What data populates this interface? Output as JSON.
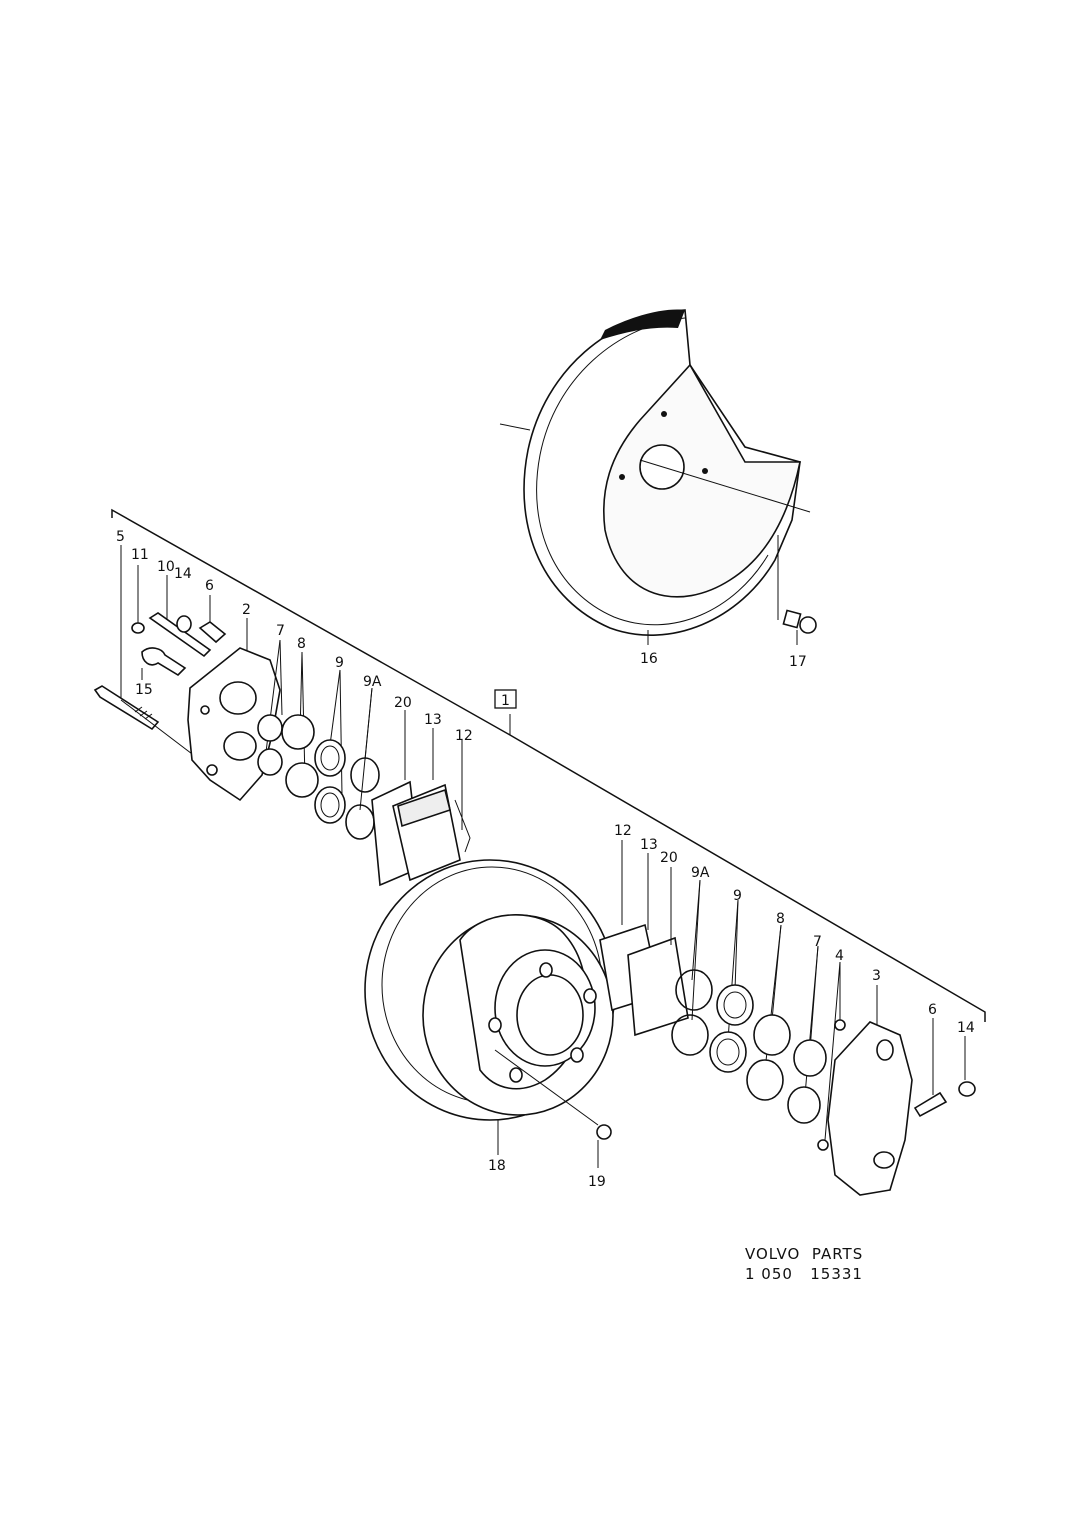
{
  "diagram": {
    "callouts": {
      "c1": "1",
      "c2": "2",
      "c3": "3",
      "c4": "4",
      "c5": "5",
      "c6a": "6",
      "c6b": "6",
      "c7a": "7",
      "c7b": "7",
      "c8a": "8",
      "c8b": "8",
      "c9a": "9",
      "c9b": "9",
      "c9Aa": "9A",
      "c9Ab": "9A",
      "c10": "10",
      "c11": "11",
      "c12a": "12",
      "c12b": "12",
      "c13a": "13",
      "c13b": "13",
      "c14a": "14",
      "c14b": "14",
      "c15": "15",
      "c16": "16",
      "c17": "17",
      "c18": "18",
      "c19": "19",
      "c20a": "20",
      "c20b": "20"
    }
  },
  "footer": {
    "line1": "VOLVO  PARTS",
    "line2": "1 050   15331"
  }
}
